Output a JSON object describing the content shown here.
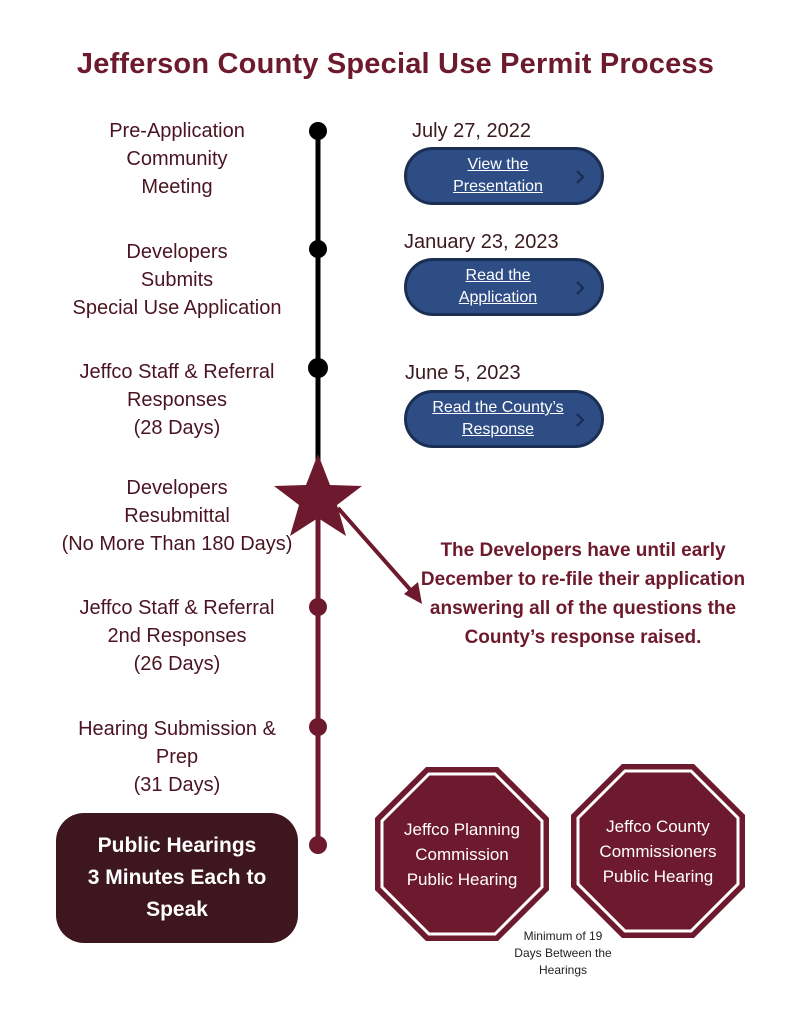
{
  "title": "Jefferson County Special Use Permit Process",
  "stages": [
    {
      "label": "Pre-Application\nCommunity\nMeeting"
    },
    {
      "label": "Developers\nSubmits\nSpecial Use Application"
    },
    {
      "label": "Jeffco Staff & Referral\nResponses\n(28 Days)"
    },
    {
      "label": "Developers\nResubmittal\n(No More Than 180 Days)"
    },
    {
      "label": "Jeffco Staff & Referral\n2nd Responses\n(26 Days)"
    },
    {
      "label": "Hearing Submission &\nPrep\n(31 Days)"
    }
  ],
  "milestones": [
    {
      "date": "July 27, 2022",
      "button": "View the\nPresentation"
    },
    {
      "date": "January 23, 2023",
      "button": "Read the \nApplication"
    },
    {
      "date": "June 5, 2023",
      "button": "Read the County’s\nResponse"
    }
  ],
  "note": "The Developers have until early December to re-file their application answering all of the questions the County’s response raised.",
  "public_hearings": "Public Hearings\n3 Minutes Each to\nSpeak",
  "hearings": [
    {
      "label": "Jeffco Planning\nCommission\nPublic Hearing"
    },
    {
      "label": "Jeffco County\nCommissioners\nPublic Hearing"
    }
  ],
  "gap_note": "Minimum of 19\nDays Between the\nHearings",
  "colors": {
    "maroon": "#6e1a2e",
    "dark_maroon": "#3d1620",
    "button_blue": "#2e4d84",
    "timeline_black": "#000000"
  },
  "icons": [
    "chevron-right-icon",
    "star-icon",
    "arrow-icon",
    "octagon-icon"
  ]
}
